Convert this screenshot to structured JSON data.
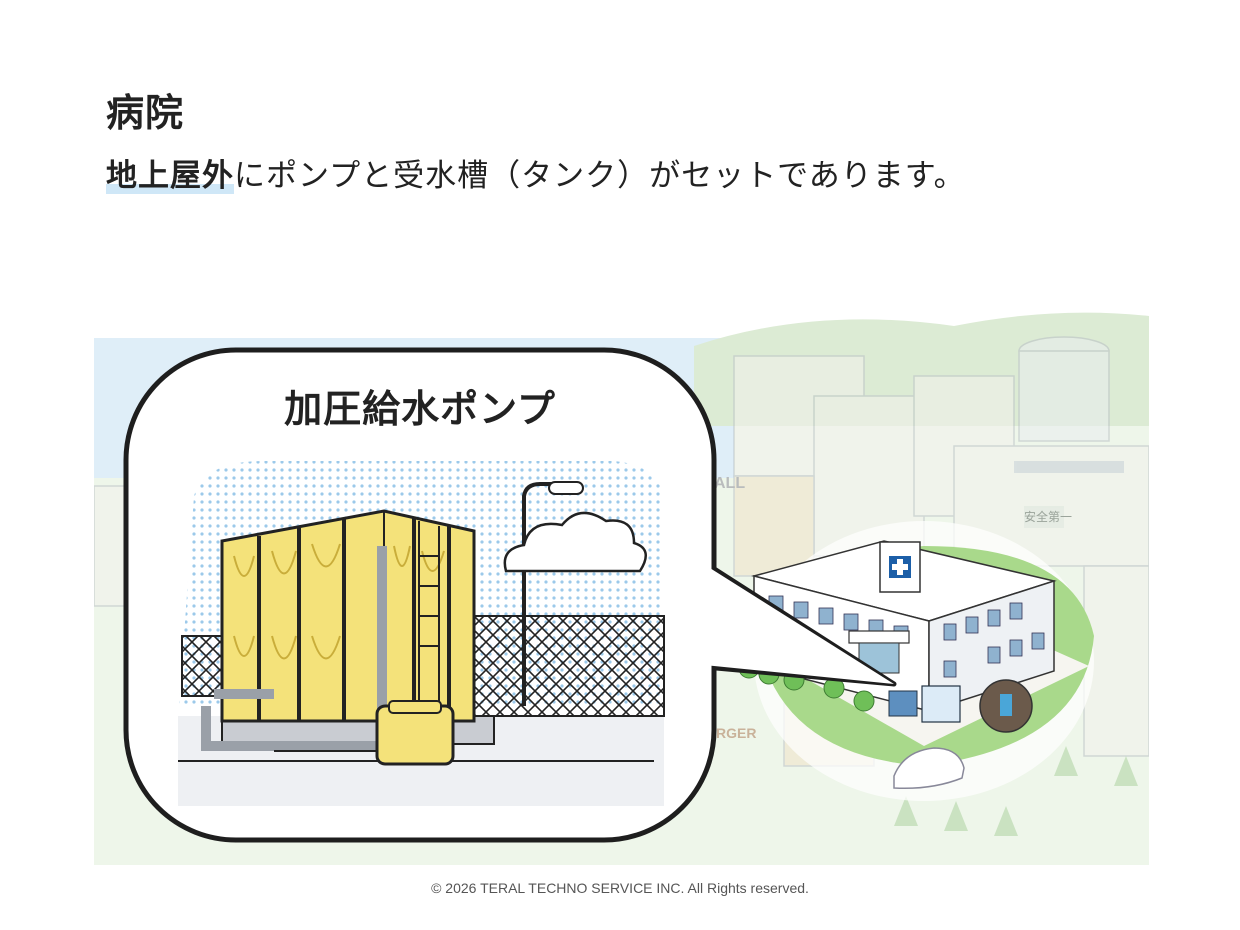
{
  "page": {
    "title": "病院",
    "lead_highlight": "地上屋外",
    "lead_rest": "にポンプと受水槽（タンク）がセットであります。"
  },
  "illustration": {
    "callout_title": "加圧給水ポンプ",
    "sign_hall": "ALL",
    "sign_burger": "RGER",
    "sign_safety": "安全第一"
  },
  "footer": {
    "copyright": "© 2026 TERAL TECHNO SERVICE INC. All Rights reserved."
  },
  "colors": {
    "highlight": "#cfe7f7",
    "tank_yellow": "#f4e27a",
    "hospital_cross": "#1c5fa8",
    "grass": "#9fd27a"
  }
}
